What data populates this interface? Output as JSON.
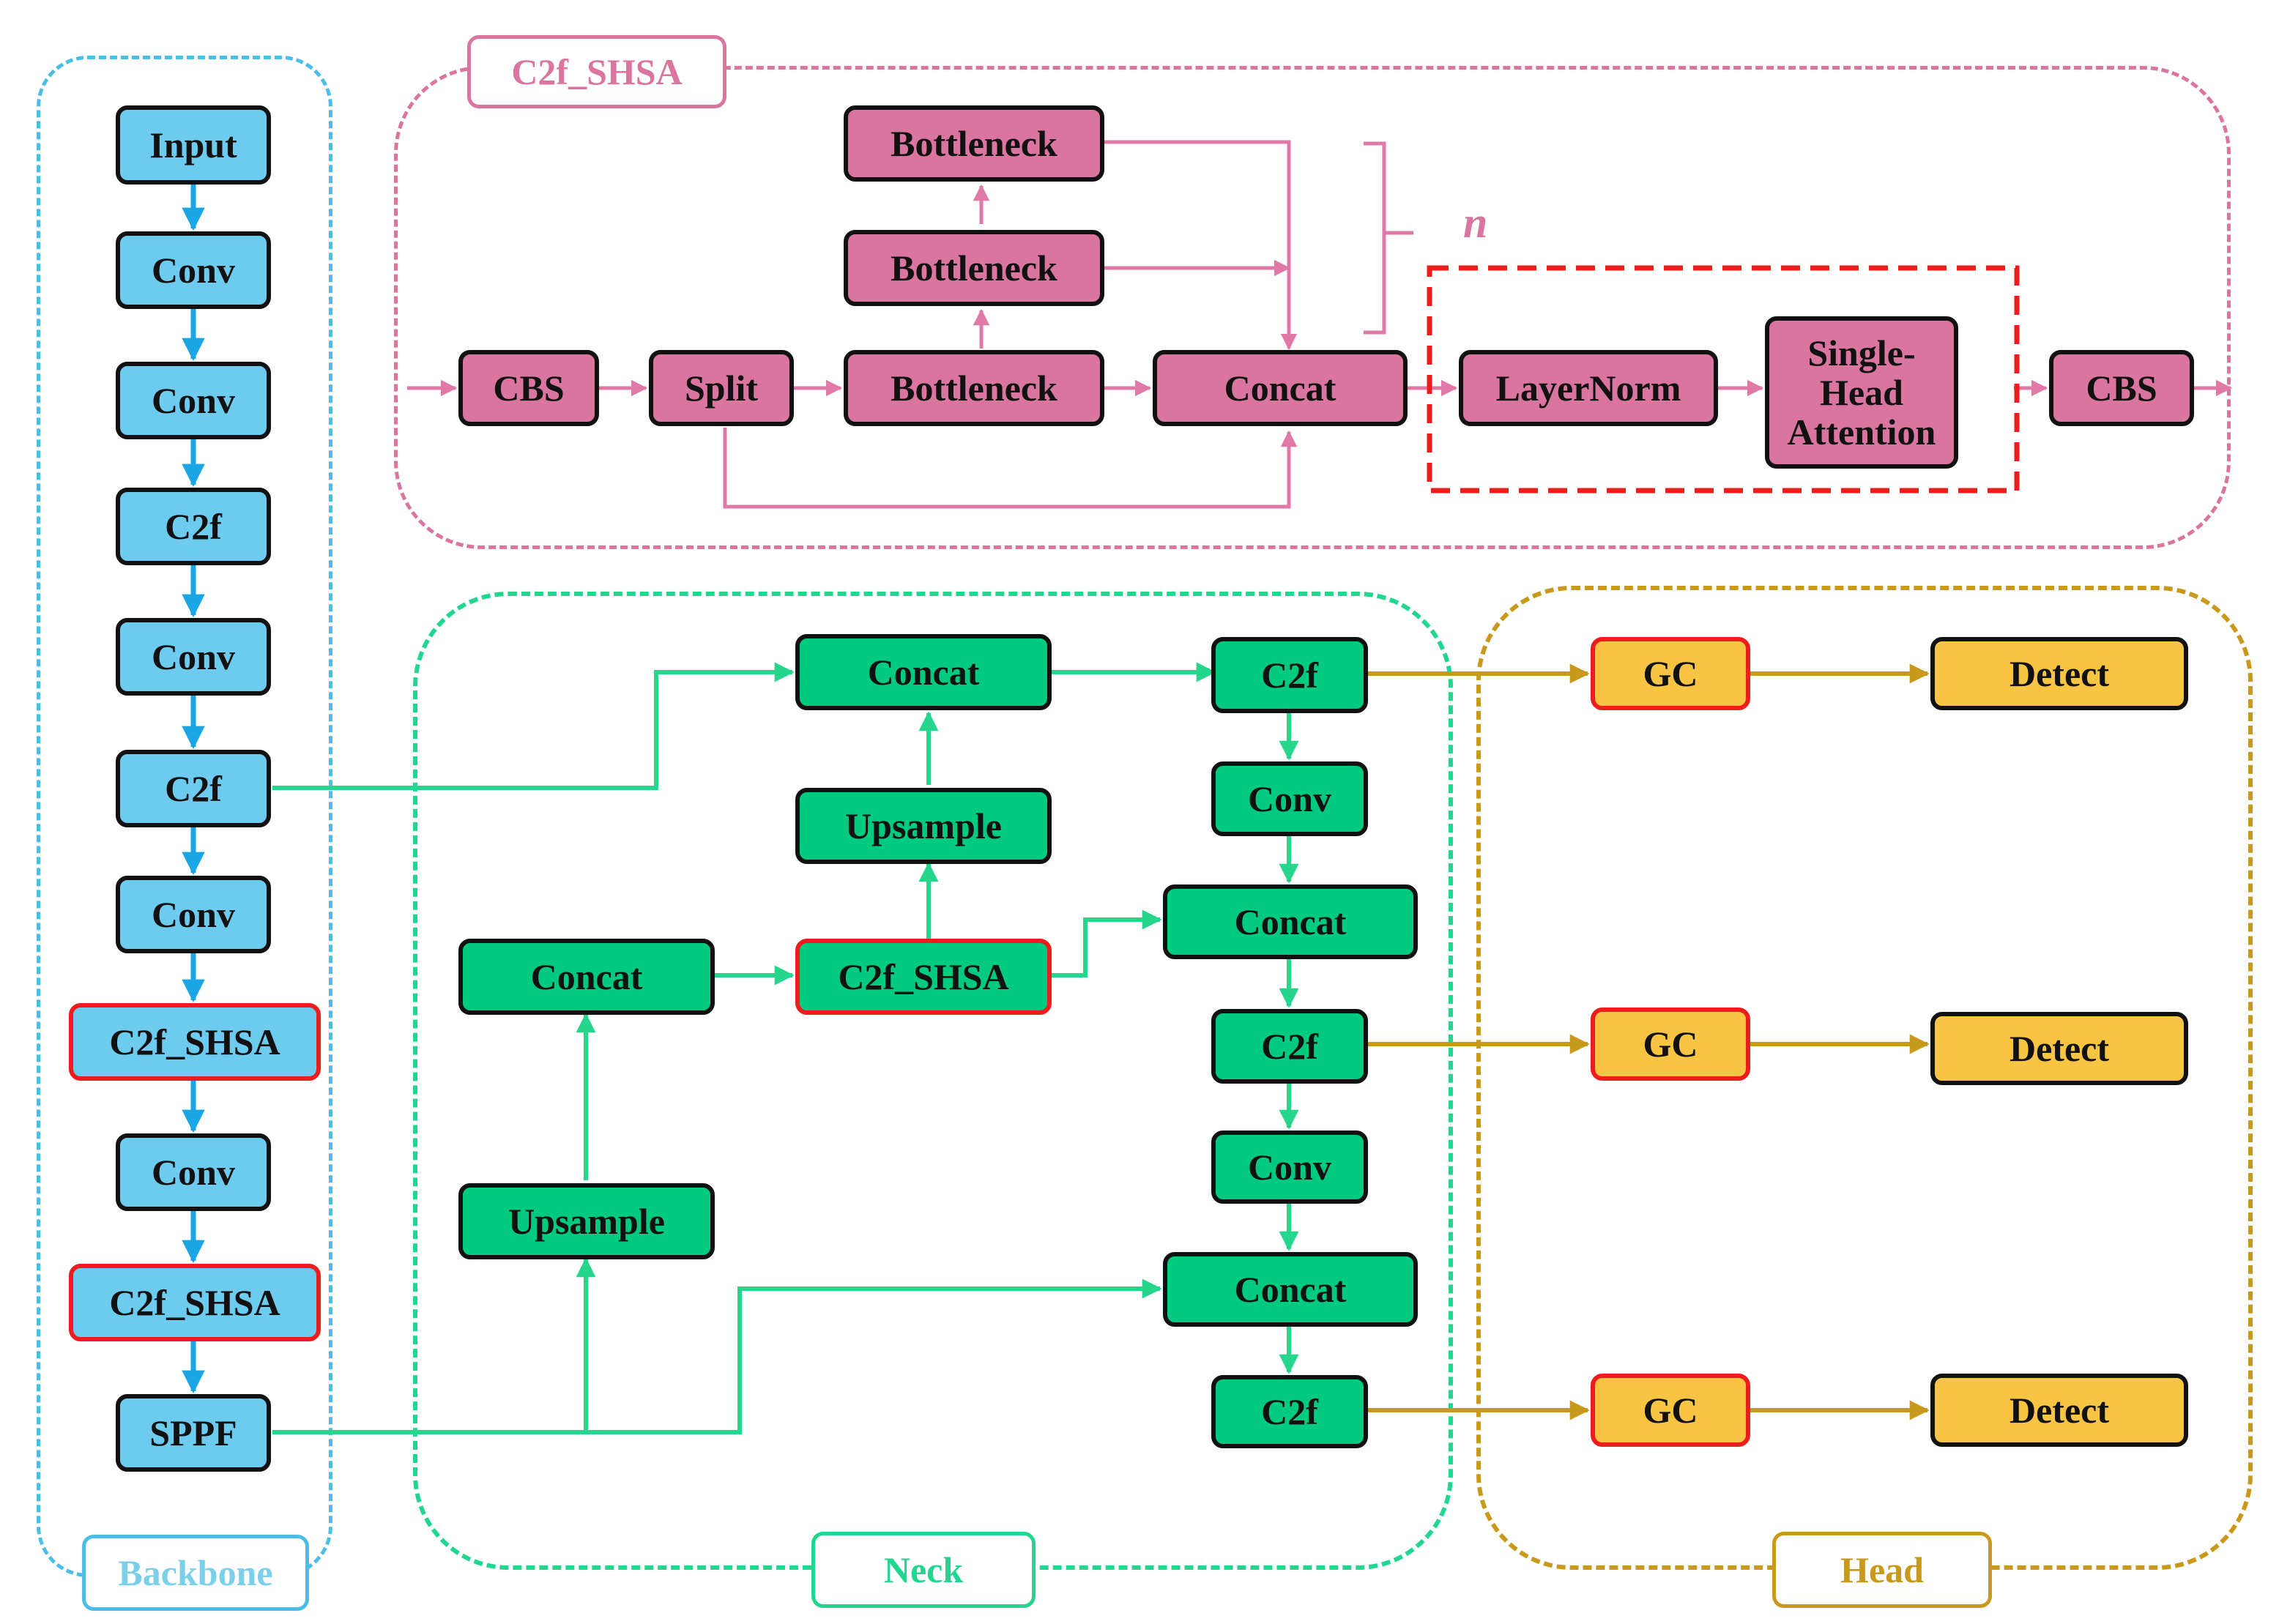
{
  "colors": {
    "backbone": "#4cbde6",
    "c2f_shsa": "#d9759f",
    "neck": "#22d690",
    "head": "#c9991c",
    "highlight": "#ee1c1c"
  },
  "regions": {
    "backbone": "Backbone",
    "c2f_shsa": "C2f_SHSA",
    "neck": "Neck",
    "head": "Head"
  },
  "backbone": {
    "input": "Input",
    "conv1": "Conv",
    "conv2": "Conv",
    "c2f1": "C2f",
    "conv3": "Conv",
    "c2f2": "C2f",
    "conv4": "Conv",
    "c2f_shsa1": "C2f_SHSA",
    "conv5": "Conv",
    "c2f_shsa2": "C2f_SHSA",
    "sppf": "SPPF"
  },
  "shsa": {
    "cbs_in": "CBS",
    "split": "Split",
    "bottleneck1": "Bottleneck",
    "bottleneck2": "Bottleneck",
    "bottleneck3": "Bottleneck",
    "concat": "Concat",
    "layernorm": "LayerNorm",
    "attention": "Single-\nHead\nAttention",
    "cbs_out": "CBS",
    "n_label": "n"
  },
  "neck": {
    "concat_top": "Concat",
    "upsample_top": "Upsample",
    "c2f_shsa": "C2f_SHSA",
    "concat_left": "Concat",
    "upsample_left": "Upsample",
    "c2f_out1": "C2f",
    "conv_a": "Conv",
    "concat_mid": "Concat",
    "c2f_out2": "C2f",
    "conv_b": "Conv",
    "concat_low": "Concat",
    "c2f_out3": "C2f"
  },
  "head": {
    "gc1": "GC",
    "detect1": "Detect",
    "gc2": "GC",
    "detect2": "Detect",
    "gc3": "GC",
    "detect3": "Detect"
  }
}
